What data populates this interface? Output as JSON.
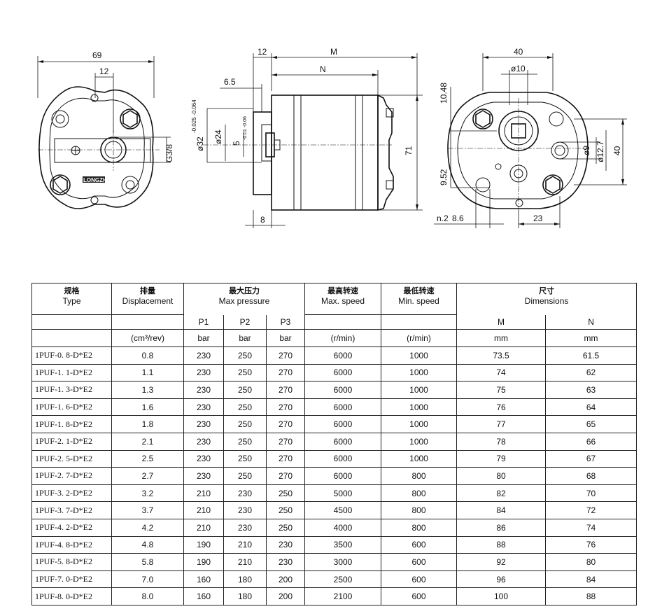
{
  "drawing": {
    "front": {
      "dim_width": "69",
      "dim_offset": "12",
      "port": "G3/8",
      "logo": "LONGZHI"
    },
    "side": {
      "dim_flange": "12",
      "dim_M": "M",
      "dim_N": "N",
      "dim_pilot": "6.5",
      "dim_bottom": "8",
      "dim_height": "71",
      "dia_pilot": "ø32",
      "dia_pilot_tol": "-0.025 -0.064",
      "dia_shaft": "ø24",
      "key": "5",
      "key_tol": "-0.01 -0.06"
    },
    "rear": {
      "dim_width": "40",
      "dia_shaft": "ø10",
      "dim_upper": "10.48",
      "dim_lower": "9.52",
      "dia_port1": "ø9",
      "dia_port2": "ø12.7",
      "dim_right": "40",
      "dim_holes": "n.2",
      "dia_hole": "8.6",
      "dim_bottom": "23"
    }
  },
  "table": {
    "col_type_cn": "规格",
    "col_type": "Type",
    "col_disp_cn": "排量",
    "col_disp": "Displacement",
    "col_press_cn": "最大压力",
    "col_press": "Max pressure",
    "col_maxspeed_cn": "最高转速",
    "col_maxspeed": "Max. speed",
    "col_minspeed_cn": "最低转速",
    "col_minspeed": "Min. speed",
    "col_dims_cn": "尺寸",
    "col_dims": "Dimensions",
    "p1": "P1",
    "p2": "P2",
    "p3": "P3",
    "m": "M",
    "n": "N",
    "unit_disp": "(cm³/rev)",
    "unit_bar1": "bar",
    "unit_bar2": "bar",
    "unit_bar3": "bar",
    "unit_speed1": "(r/min)",
    "unit_speed2": "(r/min)",
    "unit_mm1": "mm",
    "unit_mm2": "mm",
    "rows": [
      [
        "1PUF-0. 8-D*E2",
        "0.8",
        "230",
        "250",
        "270",
        "6000",
        "1000",
        "73.5",
        "61.5"
      ],
      [
        "1PUF-1. 1-D*E2",
        "1.1",
        "230",
        "250",
        "270",
        "6000",
        "1000",
        "74",
        "62"
      ],
      [
        "1PUF-1. 3-D*E2",
        "1.3",
        "230",
        "250",
        "270",
        "6000",
        "1000",
        "75",
        "63"
      ],
      [
        "1PUF-1. 6-D*E2",
        "1.6",
        "230",
        "250",
        "270",
        "6000",
        "1000",
        "76",
        "64"
      ],
      [
        "1PUF-1. 8-D*E2",
        "1.8",
        "230",
        "250",
        "270",
        "6000",
        "1000",
        "77",
        "65"
      ],
      [
        "1PUF-2. 1-D*E2",
        "2.1",
        "230",
        "250",
        "270",
        "6000",
        "1000",
        "78",
        "66"
      ],
      [
        "1PUF-2. 5-D*E2",
        "2.5",
        "230",
        "250",
        "270",
        "6000",
        "1000",
        "79",
        "67"
      ],
      [
        "1PUF-2. 7-D*E2",
        "2.7",
        "230",
        "250",
        "270",
        "6000",
        "800",
        "80",
        "68"
      ],
      [
        "1PUF-3. 2-D*E2",
        "3.2",
        "210",
        "230",
        "250",
        "5000",
        "800",
        "82",
        "70"
      ],
      [
        "1PUF-3. 7-D*E2",
        "3.7",
        "210",
        "230",
        "250",
        "4500",
        "800",
        "84",
        "72"
      ],
      [
        "1PUF-4. 2-D*E2",
        "4.2",
        "210",
        "230",
        "250",
        "4000",
        "800",
        "86",
        "74"
      ],
      [
        "1PUF-4. 8-D*E2",
        "4.8",
        "190",
        "210",
        "230",
        "3500",
        "600",
        "88",
        "76"
      ],
      [
        "1PUF-5. 8-D*E2",
        "5.8",
        "190",
        "210",
        "230",
        "3000",
        "600",
        "92",
        "80"
      ],
      [
        "1PUF-7. 0-D*E2",
        "7.0",
        "160",
        "180",
        "200",
        "2500",
        "600",
        "96",
        "84"
      ],
      [
        "1PUF-8. 0-D*E2",
        "8.0",
        "160",
        "180",
        "200",
        "2100",
        "600",
        "100",
        "88"
      ]
    ]
  }
}
